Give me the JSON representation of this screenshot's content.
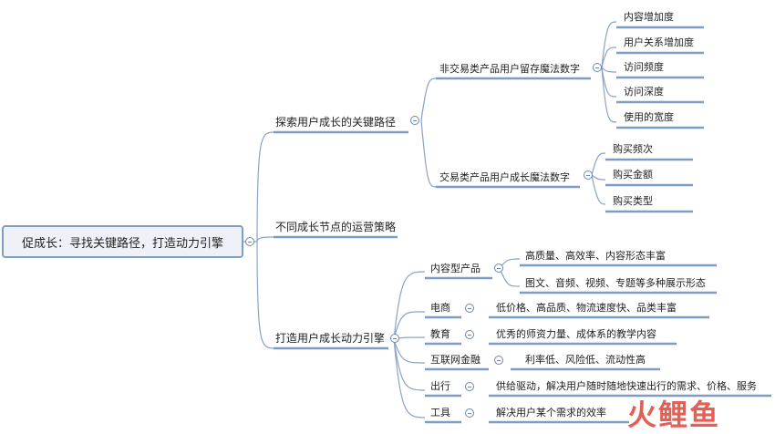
{
  "root": "促成长：寻找关键路径，打造动力引擎",
  "branches": {
    "b1": "探索用户成长的关键路径",
    "b2": "不同成长节点的运营策略",
    "b3": "打造用户成长动力引擎"
  },
  "b1_children": {
    "nontrade": "非交易类产品用户留存魔法数字",
    "trade": "交易类产品用户成长魔法数字"
  },
  "nontrade_leaves": [
    "内容增加度",
    "用户关系增加度",
    "访问频度",
    "访问深度",
    "使用的宽度"
  ],
  "trade_leaves": [
    "购买频次",
    "购买金额",
    "购买类型"
  ],
  "b3_children": {
    "content": "内容型产品",
    "ecom": "电商",
    "edu": "教育",
    "fin": "互联网金融",
    "travel": "出行",
    "tools": "工具"
  },
  "content_leaves": [
    "高质量、高效率、内容形态丰富",
    "图文、音频、视频、专题等多种展示形态"
  ],
  "ecom_leaf": "低价格、高品质、物流速度快、品类丰富",
  "edu_leaf": "优秀的师资力量、成体系的教学内容",
  "fin_leaf": "利率低、风险低、流动性高",
  "travel_leaf": "供给驱动，解决用户随时随地快速出行的需求、价格、服务",
  "tools_leaf": "解决用户某个需求的效率",
  "watermark": "火鲤鱼",
  "colors": {
    "line": "#7f9cc2",
    "accent": "#5b7db1"
  }
}
